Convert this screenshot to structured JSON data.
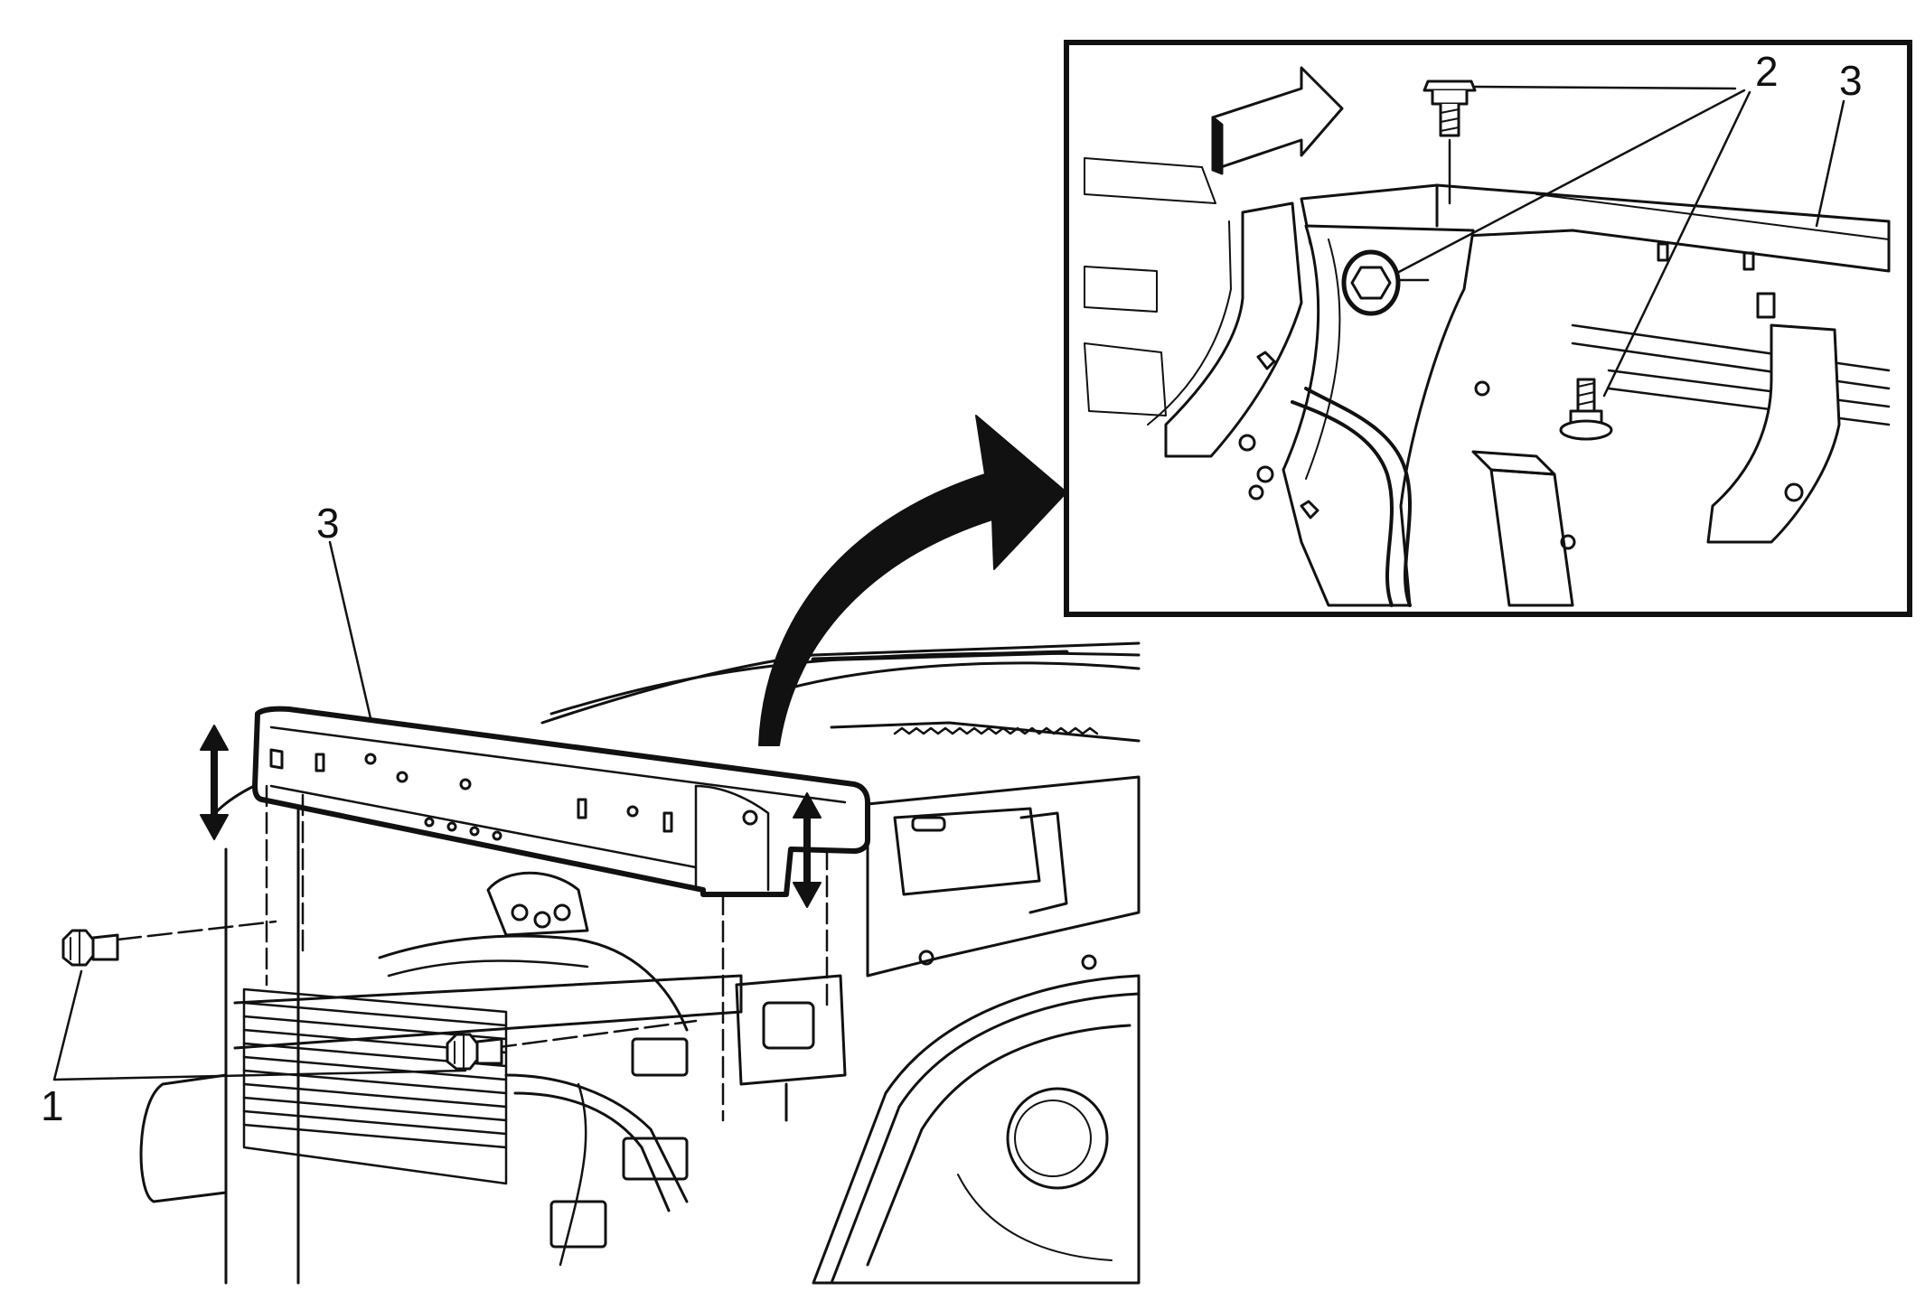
{
  "colors": {
    "ink": "#111111",
    "paper": "#ffffff",
    "shade": "#cfcfcf",
    "detail_frame": "#111111"
  },
  "callouts": {
    "bolts_front": "1",
    "bolts_detail": "2",
    "support_main": "3",
    "support_detail": "3"
  }
}
